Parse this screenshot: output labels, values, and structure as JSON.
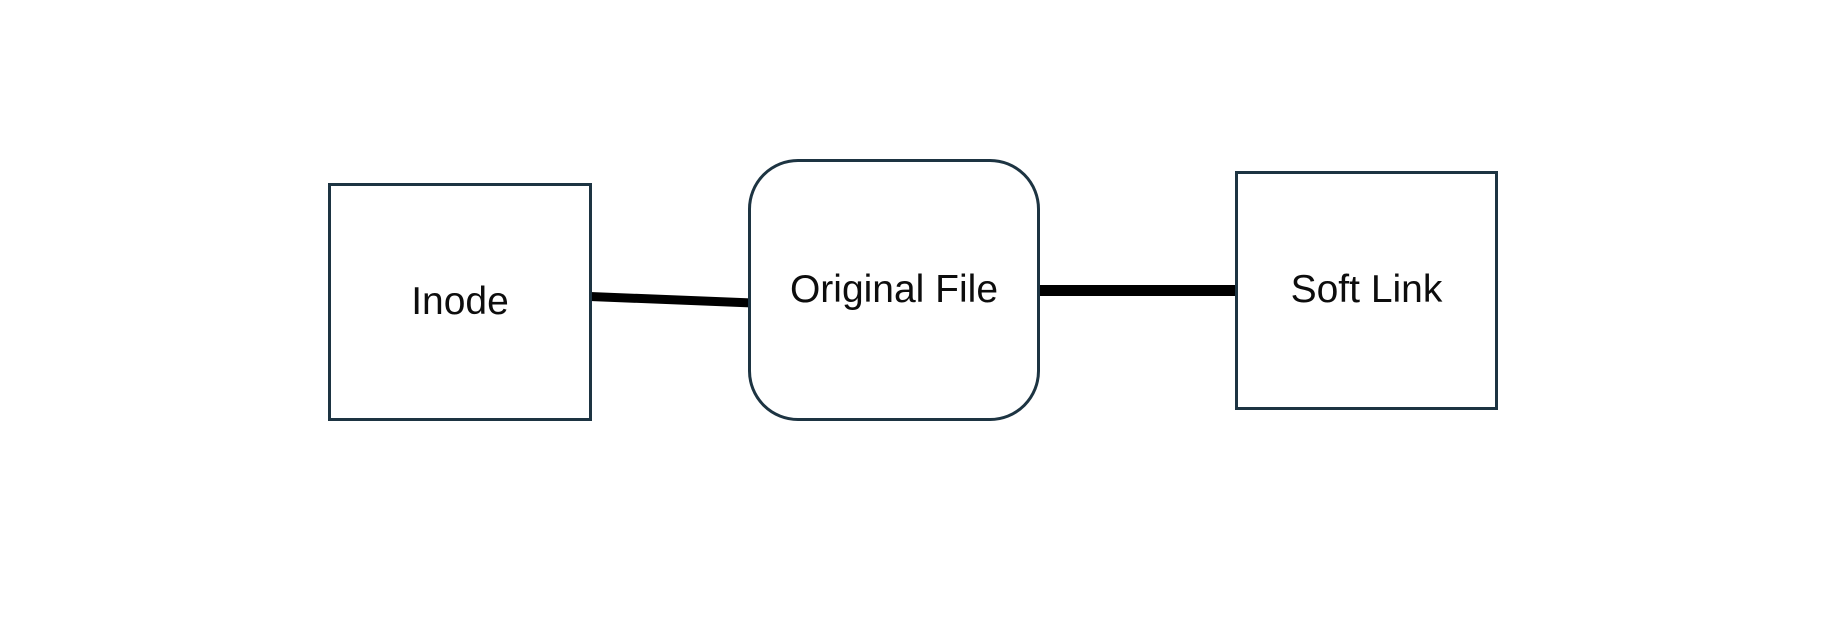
{
  "diagram": {
    "nodes": [
      {
        "id": "inode",
        "label": "Inode",
        "shape": "rectangle"
      },
      {
        "id": "original-file",
        "label": "Original File",
        "shape": "rounded-rectangle"
      },
      {
        "id": "soft-link",
        "label": "Soft Link",
        "shape": "rectangle"
      }
    ],
    "edges": [
      {
        "from": "inode",
        "to": "original-file",
        "style": "solid-thick"
      },
      {
        "from": "original-file",
        "to": "soft-link",
        "style": "solid-thick"
      }
    ],
    "colors": {
      "background": "#ffffff",
      "node_fill": "#ffffff",
      "node_border": "#1d3442",
      "connector": "#000000",
      "text": "#0d0d0d"
    }
  }
}
